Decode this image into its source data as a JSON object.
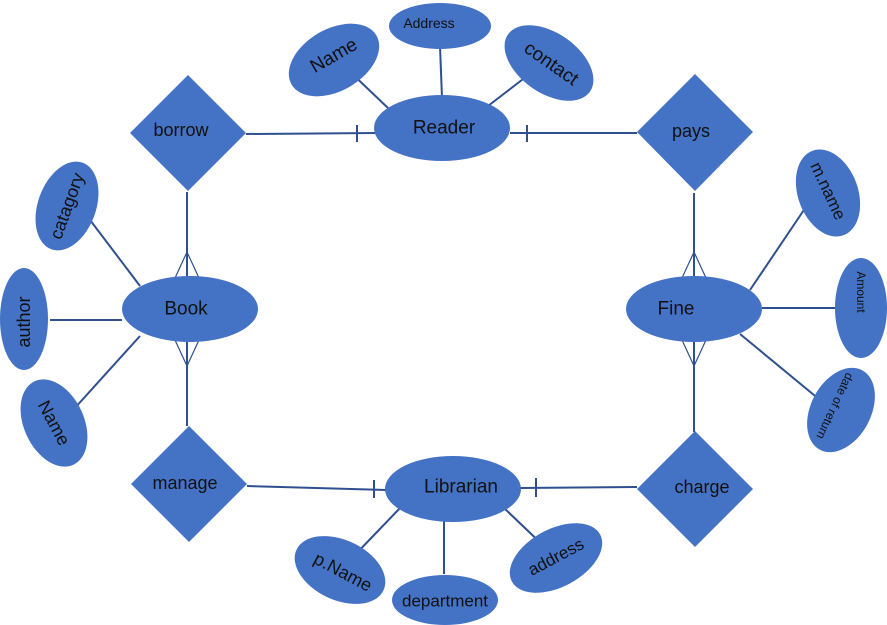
{
  "colors": {
    "shape_fill": "#4472C4",
    "line": "#2F4F8F",
    "text": "#111111",
    "background": "#ffffff"
  },
  "entities": {
    "reader": "Reader",
    "book": "Book",
    "fine": "Fine",
    "librarian": "Librarian"
  },
  "relationships": {
    "borrow": "borrow",
    "pays": "pays",
    "manage": "manage",
    "charge": "charge"
  },
  "attributes": {
    "reader_name": "Name",
    "reader_address": "Address",
    "reader_contact": "contact",
    "book_catagory": "catagory",
    "book_author": "author",
    "book_name": "Name",
    "fine_mname": "m.name",
    "fine_amount": "Amount",
    "fine_date_of_return": "date of return",
    "librarian_pname": "p.Name",
    "librarian_department": "department",
    "librarian_address": "address"
  }
}
